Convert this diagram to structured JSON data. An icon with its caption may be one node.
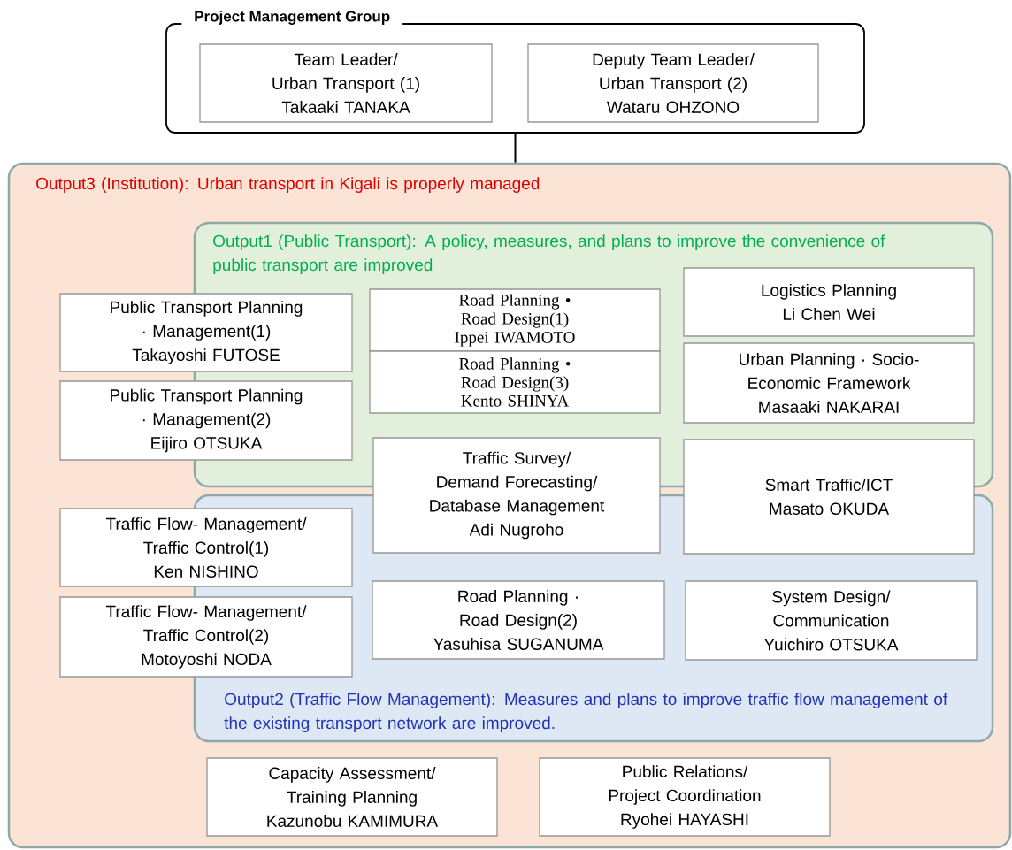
{
  "diagram": {
    "nodes": [
      {
        "text": [
          "Project Management Group"
        ]
      },
      {
        "text": [
          "Team Leader/ Urban Transport (1)",
          "Takaaki TANAKA"
        ],
        "in": 0
      },
      {
        "text": [
          "Deputy Team Leader/ Urban Transport (2)",
          "Wataru OHZONO"
        ],
        "in": 0
      },
      {
        "text": [
          "Output3 (Institution): Urban transport in Kigali is properly managed"
        ]
      },
      {
        "text": [
          "Output1 (Public Transport): A policy, measures, and plans to improve the convenience of public transport are improved"
        ],
        "in": 3
      },
      {
        "text": [
          "Public Transport Planning · Management(1)",
          "Takayoshi FUTOSE"
        ],
        "in": 3
      },
      {
        "text": [
          "Road Planning • Road Design(1)",
          "Ippei IWAMOTO"
        ],
        "in": 4
      },
      {
        "text": [
          "Logistics Planning",
          "Li Chen Wei"
        ],
        "in": 4
      },
      {
        "text": [
          "Road Planning • Road Design(3)",
          "Kento SHINYA"
        ],
        "in": 4
      },
      {
        "text": [
          "Public Transport Planning · Management(2)",
          "Eijiro OTSUKA"
        ],
        "in": 3
      },
      {
        "text": [
          "Urban Planning · Socio-Economic Framework",
          "Masaaki NAKARAI"
        ],
        "in": 4
      },
      {
        "text": [
          "Traffic Survey/ Demand Forecasting/ Database Management",
          "Adi Nugroho"
        ],
        "in": 3
      },
      {
        "text": [
          "Smart Traffic/ICT",
          "Masato OKUDA"
        ],
        "in": 3
      },
      {
        "text": [
          "Output2 (Traffic Flow Management): Measures and plans to improve traffic flow management of the existing transport network are improved."
        ],
        "in": 3
      },
      {
        "text": [
          "Traffic Flow- Management/ Traffic Control(1)",
          "Ken NISHINO"
        ],
        "in": 3
      },
      {
        "text": [
          "Road Planning · Road Design(2)",
          "Yasuhisa SUGANUMA"
        ],
        "in": 13
      },
      {
        "text": [
          "System Design/ Communication",
          "Yuichiro OTSUKA"
        ],
        "in": 13
      },
      {
        "text": [
          "Traffic Flow- Management/ Traffic Control(2)",
          "Motoyoshi NODA"
        ],
        "in": 3
      },
      {
        "text": [
          "Capacity Assessment/ Training Planning",
          "Kazunobu KAMIMURA"
        ],
        "in": 3
      },
      {
        "text": [
          "Public Relations/ Project Coordination",
          "Ryohei HAYASHI"
        ],
        "in": 3
      }
    ],
    "edges": [
      {
        "from": 0,
        "to": 3,
        "arrow": "none"
      }
    ]
  }
}
